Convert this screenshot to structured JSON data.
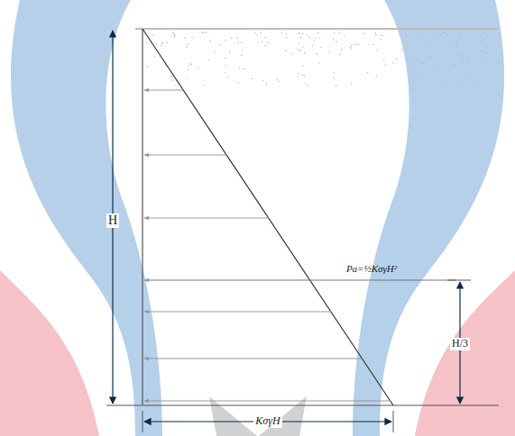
{
  "diagram": {
    "labels": [
      "H",
      "Pa=½KσγH²",
      "H/3",
      "KσγH"
    ]
  }
}
